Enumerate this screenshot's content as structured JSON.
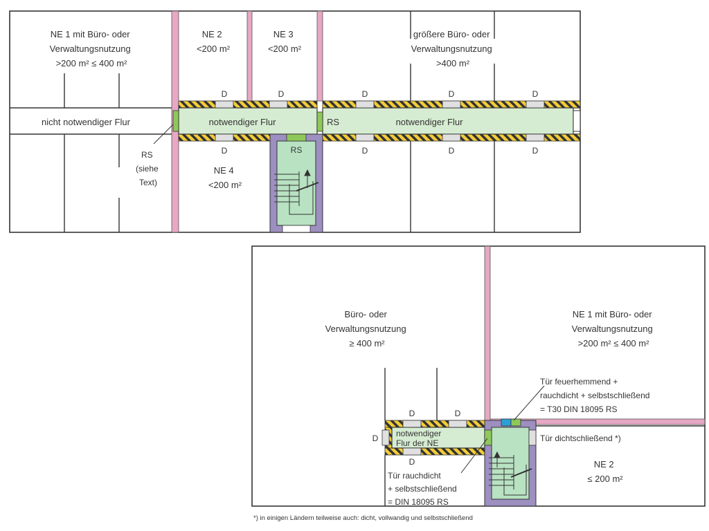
{
  "colors": {
    "wall": "#333333",
    "fire_wall": "#e6a8c4",
    "corridor": "#d6ecd2",
    "stair": "#b8e2c2",
    "stair_enclosure": "#9d8fc0",
    "rs_door": "#8fc85a",
    "t30_door": "#2e9fd6",
    "hatch_yellow": "#f2cc3a",
    "door_gray": "#e0e0e0"
  },
  "plan_top": {
    "ne1": [
      "NE 1 mit Büro- oder",
      "Verwaltungsnutzung",
      ">200 m² ≤ 400 m²"
    ],
    "ne2": [
      "NE 2",
      "<200 m²"
    ],
    "ne3": [
      "NE 3",
      "<200 m²"
    ],
    "large_unit": [
      "größere Büro- oder",
      "Verwaltungsnutzung",
      ">400 m²"
    ],
    "non_required_corridor": "nicht notwendiger Flur",
    "required_corridor_left": "notwendiger Flur",
    "required_corridor_right": "notwendiger Flur",
    "rs_corridor": "RS",
    "rs_stair": "RS",
    "rs_note": [
      "RS",
      "(siehe",
      "Text)"
    ],
    "ne4": [
      "NE 4",
      "<200 m²"
    ],
    "door_label": "D"
  },
  "plan_bottom": {
    "office": [
      "Büro- oder",
      "Verwaltungsnutzung",
      "≥ 400 m²"
    ],
    "ne1": [
      "NE 1 mit Büro- oder",
      "Verwaltungsnutzung",
      ">200 m² ≤ 400 m²"
    ],
    "t30_note": [
      "Tür feuerhemmend +",
      "rauchdicht + selbstschließend",
      "= T30 DIN 18095 RS"
    ],
    "corridor": [
      "notwendiger",
      "Flur der NE"
    ],
    "tight_door_note": "Tür dichtschließend *)",
    "rs_door_note": [
      "Tür rauchdicht",
      "+ selbstschließend",
      "= DIN 18095 RS"
    ],
    "ne2": [
      "NE 2",
      "≤ 200 m²"
    ],
    "door_label": "D"
  },
  "footnote": "*) in einigen Ländern teilweise auch: dicht, vollwandig und selbstschließend"
}
